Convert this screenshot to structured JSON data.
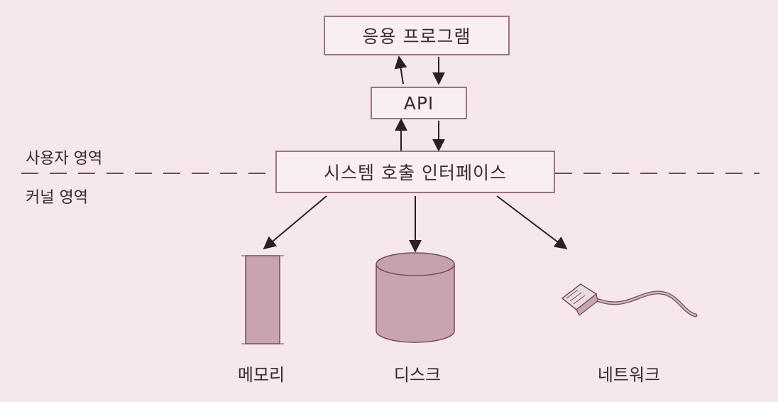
{
  "boxes": {
    "app": "응용 프로그램",
    "api": "API",
    "syscall": "시스템 호출 인터페이스"
  },
  "regions": {
    "user": "사용자 영역",
    "kernel": "커널 영역"
  },
  "devices": {
    "memory": "메모리",
    "disk": "디스크",
    "network": "네트워크"
  },
  "colors": {
    "background": "#f6e7ec",
    "box_border": "#9b7583",
    "device_fill": "#c9a3b0",
    "device_stroke": "#6e4f5c",
    "arrow": "#2a1f24"
  }
}
